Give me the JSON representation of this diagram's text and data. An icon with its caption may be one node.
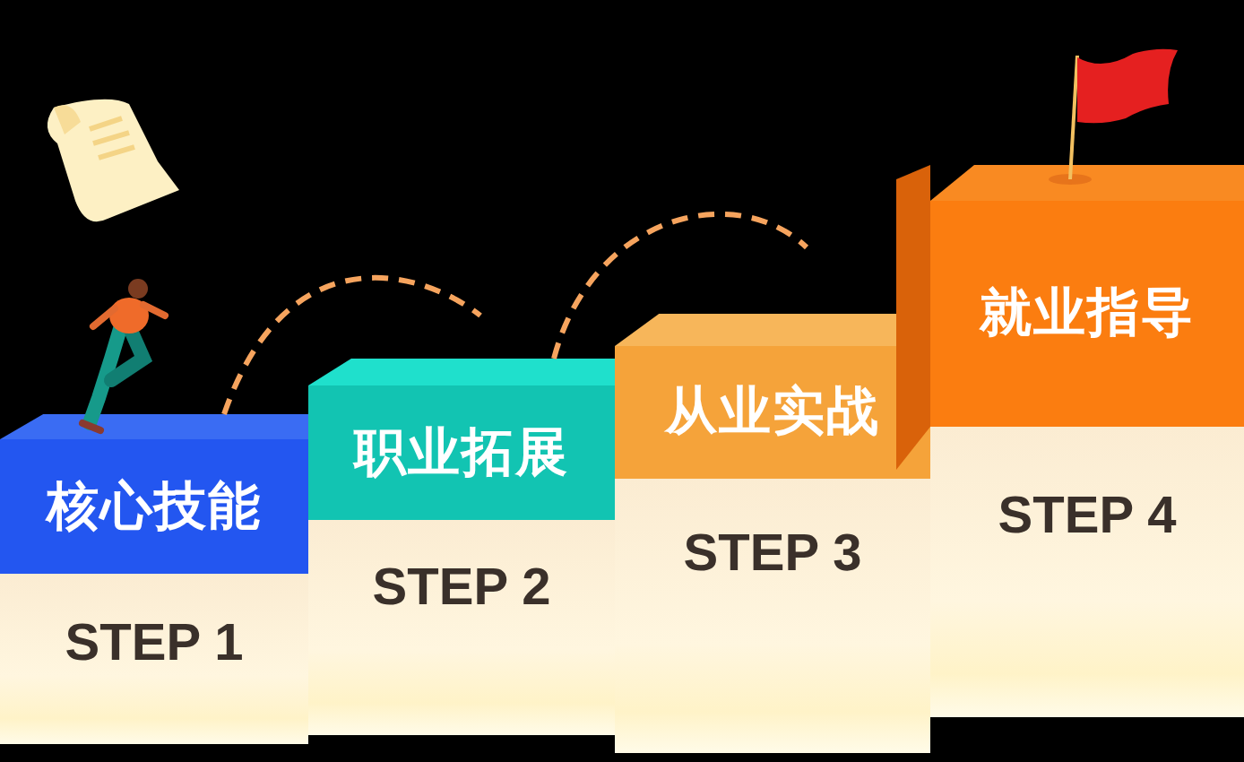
{
  "diagram": {
    "nodes": [
      {
        "text": [
          "核心技能",
          "STEP 1"
        ]
      },
      {
        "text": [
          "职业拓展",
          "STEP 2"
        ]
      },
      {
        "text": [
          "从业实战",
          "STEP 3"
        ]
      },
      {
        "text": [
          "就业指导",
          "STEP 4"
        ]
      }
    ],
    "edges": [
      {
        "from": 0,
        "to": null,
        "arrow": "none",
        "style": "dashed"
      },
      {
        "from": 1,
        "to": null,
        "arrow": "none",
        "style": "dashed"
      }
    ]
  }
}
